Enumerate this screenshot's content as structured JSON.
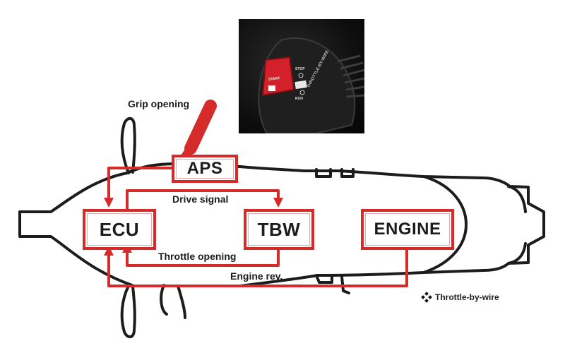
{
  "diagram": {
    "nodes": {
      "aps": "APS",
      "ecu": "ECU",
      "tbw": "TBW",
      "engine": "ENGINE"
    },
    "labels": {
      "grip_opening": "Grip opening",
      "drive_signal": "Drive signal",
      "throttle_opening": "Throttle opening",
      "engine_rev": "Engine rev."
    },
    "legend": "Throttle-by-wire",
    "photo": {
      "start_label": "START",
      "stop_label": "STOP",
      "run_label": "RUN",
      "grip_label": "THROTTLE-BY-WIRE"
    },
    "colors": {
      "accent": "#d52b2b",
      "outline": "#1c1c1c",
      "text": "#1c1c1c"
    }
  }
}
